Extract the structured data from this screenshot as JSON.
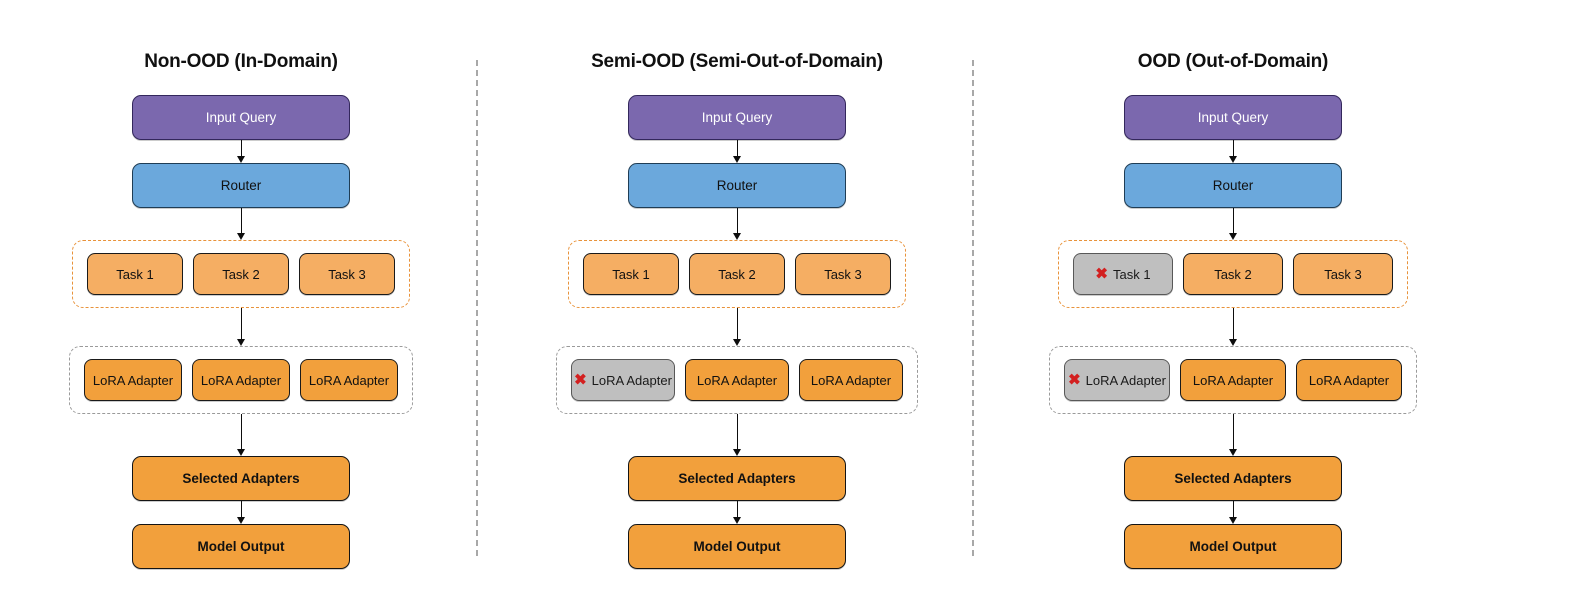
{
  "diagram": {
    "title_hidden": "",
    "colors": {
      "input_query": "#7B68AE",
      "router": "#6BA8DC",
      "task_chip": "#F5AE63",
      "adapter_chip": "#F2A03C",
      "disabled_chip": "#BFBFBF",
      "disabled_mark": "#D32020",
      "task_group_border": "#E8923A",
      "adapter_group_border": "#9A9A9A",
      "separator": "#A8A8A8"
    },
    "icons": {
      "disabled": "✖",
      "arrow": "arrow-down-icon"
    }
  },
  "panels": [
    {
      "id": "non-ood",
      "title": "Non-OOD (In-Domain)",
      "input_query": "Input Query",
      "router": "Router",
      "tasks": [
        {
          "label": "Task 1",
          "disabled": false
        },
        {
          "label": "Task 2",
          "disabled": false
        },
        {
          "label": "Task 3",
          "disabled": false
        }
      ],
      "adapters": [
        {
          "label": "LoRA Adapter",
          "disabled": false
        },
        {
          "label": "LoRA Adapter",
          "disabled": false
        },
        {
          "label": "LoRA Adapter",
          "disabled": false
        }
      ],
      "selected_adapters": "Selected Adapters",
      "model_output": "Model Output"
    },
    {
      "id": "semi-ood",
      "title": "Semi-OOD (Semi-Out-of-Domain)",
      "input_query": "Input Query",
      "router": "Router",
      "tasks": [
        {
          "label": "Task 1",
          "disabled": false
        },
        {
          "label": "Task 2",
          "disabled": false
        },
        {
          "label": "Task 3",
          "disabled": false
        }
      ],
      "adapters": [
        {
          "label": "LoRA Adapter",
          "disabled": true
        },
        {
          "label": "LoRA Adapter",
          "disabled": false
        },
        {
          "label": "LoRA Adapter",
          "disabled": false
        }
      ],
      "selected_adapters": "Selected Adapters",
      "model_output": "Model Output"
    },
    {
      "id": "ood",
      "title": "OOD (Out-of-Domain)",
      "input_query": "Input Query",
      "router": "Router",
      "tasks": [
        {
          "label": "Task 1",
          "disabled": true
        },
        {
          "label": "Task 2",
          "disabled": false
        },
        {
          "label": "Task 3",
          "disabled": false
        }
      ],
      "adapters": [
        {
          "label": "LoRA Adapter",
          "disabled": true
        },
        {
          "label": "LoRA Adapter",
          "disabled": false
        },
        {
          "label": "LoRA Adapter",
          "disabled": false
        }
      ],
      "selected_adapters": "Selected Adapters",
      "model_output": "Model Output"
    }
  ]
}
